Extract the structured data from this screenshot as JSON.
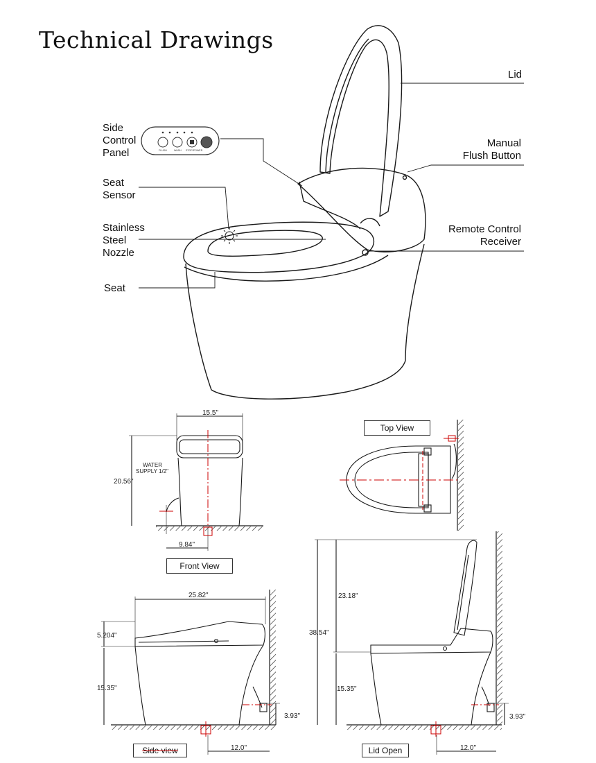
{
  "title": "Technical Drawings",
  "callouts": {
    "lid": "Lid",
    "side_control_panel": [
      "Side",
      "Control",
      "Panel"
    ],
    "manual_flush": [
      "Manual",
      "Flush Button"
    ],
    "seat_sensor": [
      "Seat",
      "Sensor"
    ],
    "nozzle": [
      "Stainless",
      "Steel",
      "Nozzle"
    ],
    "remote": [
      "Remote Control",
      "Receiver"
    ],
    "seat": "Seat"
  },
  "panel": {
    "buttons": [
      "FLUSH",
      "WASH",
      "STOP/POWER"
    ]
  },
  "views": {
    "front": "Front View",
    "top": "Top View",
    "side": "Side view",
    "lid_open": "Lid Open"
  },
  "dimensions": {
    "front_width": "15.5\"",
    "front_height": "20.56\"",
    "front_supply_offset": "9.84\"",
    "water_supply": [
      "WATER",
      "SUPPLY 1/2\""
    ],
    "side_length": "25.82\"",
    "side_lid_height": "5.204\"",
    "side_seat_height": "15.35\"",
    "side_supply_height": "3.93\"",
    "side_rough_in": "12.0\"",
    "open_lid_height": "23.18\"",
    "open_total_height": "38.54\"",
    "open_seat_height": "15.35\"",
    "open_supply_height": "3.93\"",
    "open_rough_in": "12.0\""
  }
}
